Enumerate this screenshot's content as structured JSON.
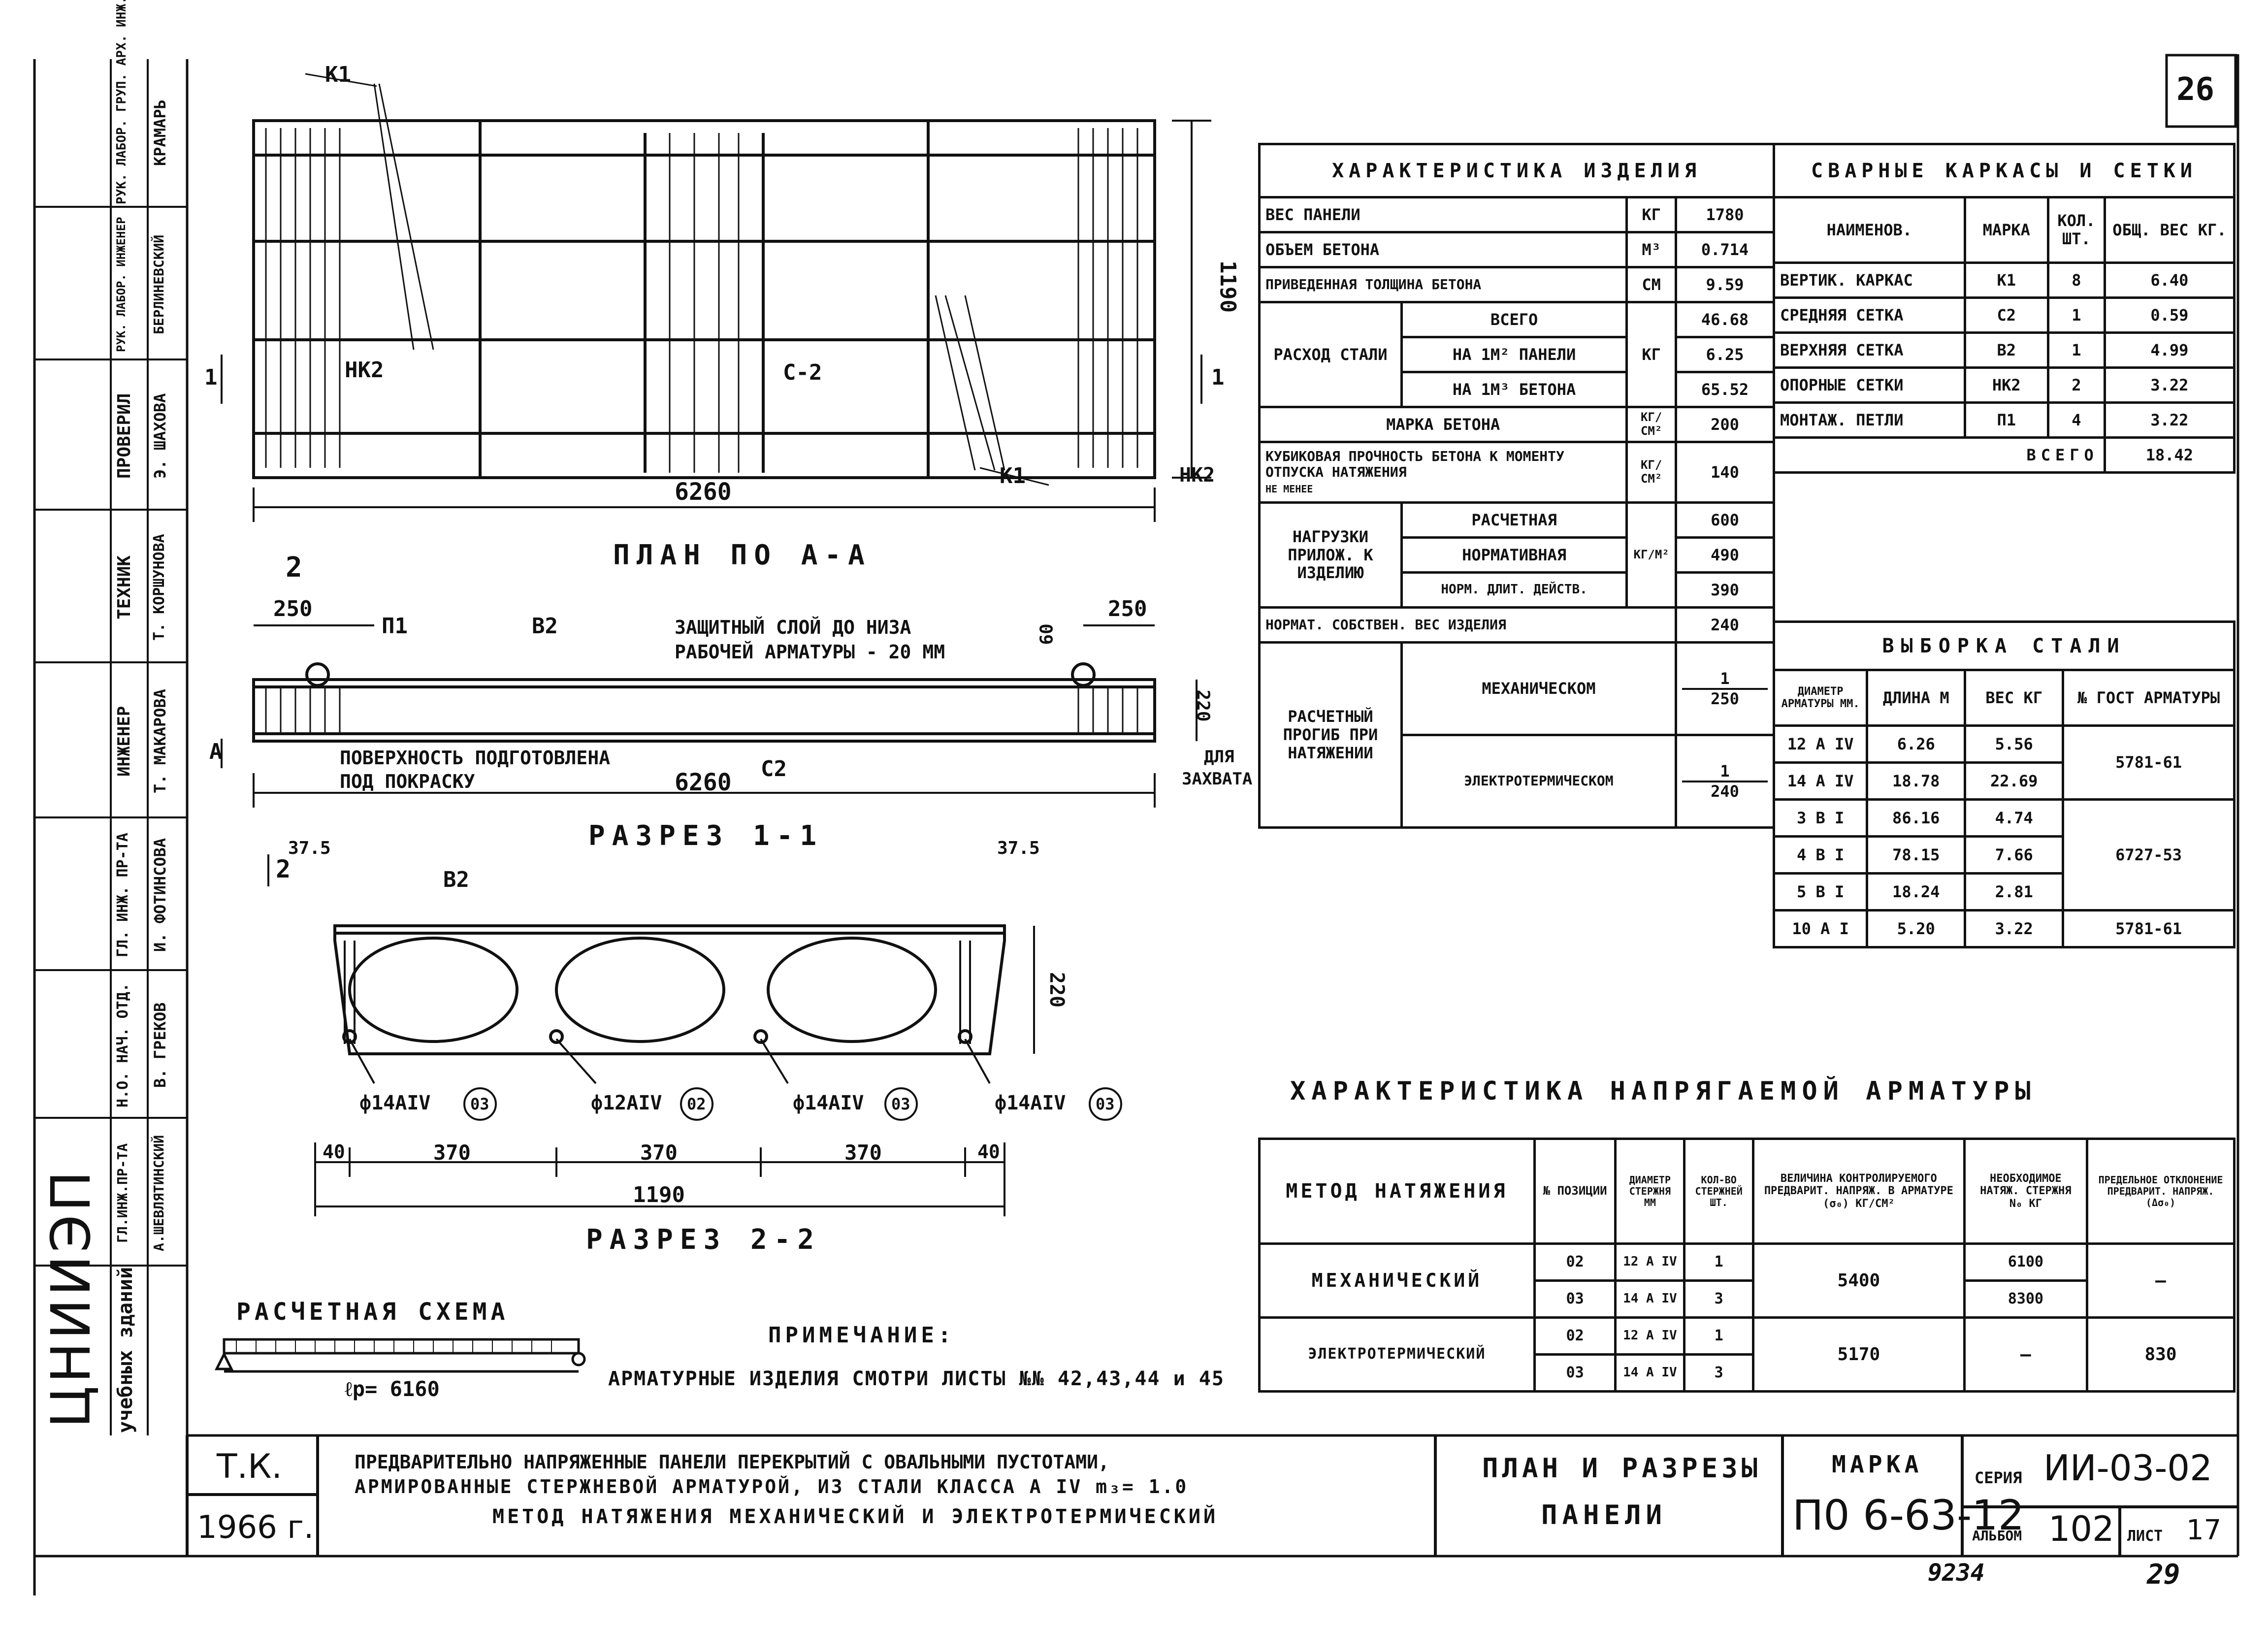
{
  "sheet": {
    "number": "26",
    "bottom_left": "9234",
    "bottom_right": "29"
  },
  "stamp": {
    "org": "ЦНИИЭП",
    "org_sub": "учебных зданий",
    "roles": [
      "РУК. ЛАБОР. ГРУП. АРХ. ИНЖ.",
      "ГЛ.ИНЖ.ПР-ТА",
      "Н.О. НАЧ. ОТД.",
      "ГЛ. ИНЖ. ПР-ТА",
      "ИНЖЕНЕР",
      "ТЕХНИК",
      "ПРОВЕРИЛ",
      "РУК. ЛАБОР. ИНЖЕНЕР"
    ],
    "names": [
      "КРАМАРЬ",
      "А.ШЕВЛЯТИНСКИЙ",
      "В. ГРЕКОВ",
      "И. ФОТИНСОВА",
      "Т. МАКАРОВА",
      "Т. КОРШУНОВА",
      "Э. ШАХОВА",
      "БЕРЛИНЕВСКИЙ"
    ]
  },
  "plan": {
    "title": "ПЛАН ПО А-А",
    "length": "6260",
    "width": "1190",
    "labels": {
      "k1_top": "К1",
      "nk2": "НК2",
      "c2": "С-2",
      "k1_bottom": "К1",
      "nk2_right": "НК2",
      "sec1": "1",
      "sec1b": "1"
    }
  },
  "section11": {
    "title": "РАЗРЕЗ 1-1",
    "length": "6260",
    "dim_left": "250",
    "dim_right": "250",
    "dim_60": "60",
    "height": "220",
    "p1": "П1",
    "b2": "В2",
    "c2": "С2",
    "note_top_1": "ЗАЩИТНЫЙ СЛОЙ ДО НИЗА",
    "note_top_2": "РАБОЧЕЙ АРМАТУРЫ - 20 ММ",
    "note_bottom_1": "ПОВЕРХНОСТЬ ПОДГОТОВЛЕНА",
    "note_bottom_2": "ПОД ПОКРАСКУ",
    "grip_1": "ДЛЯ",
    "grip_2": "ЗАХВАТА",
    "sec2": "2",
    "secA": "А"
  },
  "section22": {
    "title": "РАЗРЕЗ 2-2",
    "b2": "В2",
    "dim_37_left": "37.5",
    "dim_37_right": "37.5",
    "height": "220",
    "dims": [
      "40",
      "370",
      "370",
      "370",
      "40"
    ],
    "total": "1190",
    "bars": [
      {
        "d": "ф14А",
        "pos": "03"
      },
      {
        "d": "ф12А",
        "pos": "02"
      },
      {
        "d": "ф14А",
        "pos": "03"
      },
      {
        "d": "ф14А",
        "pos": "03"
      }
    ],
    "sec2": "2"
  },
  "scheme": {
    "title": "РАСЧЕТНАЯ СХЕМА",
    "span": "ℓр= 6160"
  },
  "note": {
    "title": "ПРИМЕЧАНИЕ:",
    "text": "АРМАТУРНЫЕ ИЗДЕЛИЯ СМОТРИ ЛИСТЫ №№ 42,43,44 и 45"
  },
  "char": {
    "title": "ХАРАКТЕРИСТИКА ИЗДЕЛИЯ",
    "rows": [
      {
        "name": "ВЕС ПАНЕЛИ",
        "unit": "КГ",
        "value": "1780"
      },
      {
        "name": "ОБЪЕМ БЕТОНА",
        "unit": "М³",
        "value": "0.714"
      },
      {
        "name": "ПРИВЕДЕННАЯ ТОЛЩИНА БЕТОНА",
        "unit": "СМ",
        "value": "9.59"
      }
    ],
    "steel_label": "РАСХОД СТАЛИ",
    "steel_unit": "КГ",
    "steel": [
      {
        "name": "ВСЕГО",
        "value": "46.68"
      },
      {
        "name": "НА 1М² ПАНЕЛИ",
        "value": "6.25"
      },
      {
        "name": "НА 1М³ БЕТОНА",
        "value": "65.52"
      }
    ],
    "grade_name": "МАРКА БЕТОНА",
    "grade_unit": "КГ/СМ²",
    "grade_value": "200",
    "strength_name": "КУБИКОВАЯ ПРОЧНОСТЬ БЕТОНА К МОМЕНТУ ОТПУСКА НАТЯЖЕНИЯ",
    "strength_sub": "НЕ МЕНЕЕ",
    "strength_unit": "КГ/СМ²",
    "strength_value": "140",
    "load_label": "НАГРУЗКИ ПРИЛОЖ. К ИЗДЕЛИЮ",
    "load_unit": "КГ/М²",
    "loads": [
      {
        "name": "РАСЧЕТНАЯ",
        "value": "600"
      },
      {
        "name": "НОРМАТИВНАЯ",
        "value": "490"
      },
      {
        "name": "НОРМ. ДЛИТ. ДЕЙСТВ.",
        "value": "390"
      }
    ],
    "own_weight_name": "НОРМАТ. СОБСТВЕН. ВЕС ИЗДЕЛИЯ",
    "own_weight_value": "240",
    "deflection_label": "РАСЧЕТНЫЙ ПРОГИБ ПРИ НАТЯЖЕНИИ",
    "deflections": [
      {
        "name": "МЕХАНИЧЕСКОМ",
        "num": "1",
        "den": "250"
      },
      {
        "name": "ЭЛЕКТРОТЕРМИЧЕСКОМ",
        "num": "1",
        "den": "240"
      }
    ]
  },
  "frames": {
    "title": "СВАРНЫЕ КАРКАСЫ И СЕТКИ",
    "headers": [
      "НАИМЕНОВ.",
      "МАРКА",
      "КОЛ. ШТ.",
      "ОБЩ. ВЕС КГ."
    ],
    "rows": [
      [
        "ВЕРТИК. КАРКАС",
        "К1",
        "8",
        "6.40"
      ],
      [
        "СРЕДНЯЯ СЕТКА",
        "С2",
        "1",
        "0.59"
      ],
      [
        "ВЕРХНЯЯ СЕТКА",
        "В2",
        "1",
        "4.99"
      ],
      [
        "ОПОРНЫЕ СЕТКИ",
        "НК2",
        "2",
        "3.22"
      ],
      [
        "МОНТАЖ. ПЕТЛИ",
        "П1",
        "4",
        "3.22"
      ]
    ],
    "total_label": "ВСЕГО",
    "total": "18.42"
  },
  "selection": {
    "title": "ВЫБОРКА СТАЛИ",
    "headers": [
      "ДИАМЕТР АРМАТУРЫ ММ.",
      "ДЛИНА М",
      "ВЕС КГ",
      "№ ГОСТ АРМАТУРЫ"
    ],
    "rows": [
      [
        "12 А IV",
        "6.26",
        "5.56"
      ],
      [
        "14 А IV",
        "18.78",
        "22.69"
      ],
      [
        "3 В I",
        "86.16",
        "4.74"
      ],
      [
        "4 В I",
        "78.15",
        "7.66"
      ],
      [
        "5 В I",
        "18.24",
        "2.81"
      ],
      [
        "10 А I",
        "5.20",
        "3.22"
      ]
    ],
    "gosts": [
      "5781-61",
      "6727-53",
      "5781-61"
    ]
  },
  "prestress": {
    "title": "ХАРАКТЕРИСТИКА НАПРЯГАЕМОЙ АРМАТУРЫ",
    "headers": [
      "МЕТОД НАТЯЖЕНИЯ",
      "№ ПОЗИЦИИ",
      "ДИАМЕТР СТЕРЖНЯ ММ",
      "КОЛ-ВО СТЕРЖНЕЙ ШТ.",
      "ВЕЛИЧИНА КОНТРОЛИРУЕМОГО ПРЕДВАРИТ. НАПРЯЖ. В АРМАТУРЕ (σ₀) КГ/СМ²",
      "НЕОБХОДИМОЕ НАТЯЖ. СТЕРЖНЯ N₀ КГ",
      "ПРЕДЕЛЬНОЕ ОТКЛОНЕНИЕ ПРЕДВАРИТ. НАПРЯЖ.(Δσ₀)"
    ],
    "rows": [
      {
        "method": "МЕХАНИЧЕСКИЙ",
        "items": [
          [
            "02",
            "12 А IV",
            "1"
          ],
          [
            "03",
            "14 А IV",
            "3"
          ]
        ],
        "sigma": "5400",
        "n0": [
          "6100",
          "8300"
        ],
        "delta": "—"
      },
      {
        "method": "ЭЛЕКТРОТЕРМИЧЕСКИЙ",
        "items": [
          [
            "02",
            "12 А IV",
            "1"
          ],
          [
            "03",
            "14 А IV",
            "3"
          ]
        ],
        "sigma": "5170",
        "n0": [
          "—"
        ],
        "delta": "830"
      }
    ]
  },
  "titleblock": {
    "tk": "Т.К.",
    "year": "1966 г.",
    "description_1": "ПРЕДВАРИТЕЛЬНО НАПРЯЖЕННЫЕ ПАНЕЛИ ПЕРЕКРЫТИЙ С ОВАЛЬНЫМИ ПУСТОТАМИ,",
    "description_2": "АРМИРОВАННЫЕ СТЕРЖНЕВОЙ АРМАТУРОЙ, ИЗ СТАЛИ КЛАССА А IV  m₃= 1.0",
    "description_3": "МЕТОД НАТЯЖЕНИЯ МЕХАНИЧЕСКИЙ И ЭЛЕКТРОТЕРМИЧЕСКИЙ",
    "sheet_name_1": "ПЛАН И РАЗРЕЗЫ",
    "sheet_name_2": "ПАНЕЛИ",
    "mark_label": "МАРКА",
    "mark": "П0 6-63-12",
    "series_label": "СЕРИЯ",
    "series": "ИИ-03-02",
    "album_label": "АЛЬБОМ",
    "album": "102",
    "list_label": "ЛИСТ",
    "list": "17"
  }
}
